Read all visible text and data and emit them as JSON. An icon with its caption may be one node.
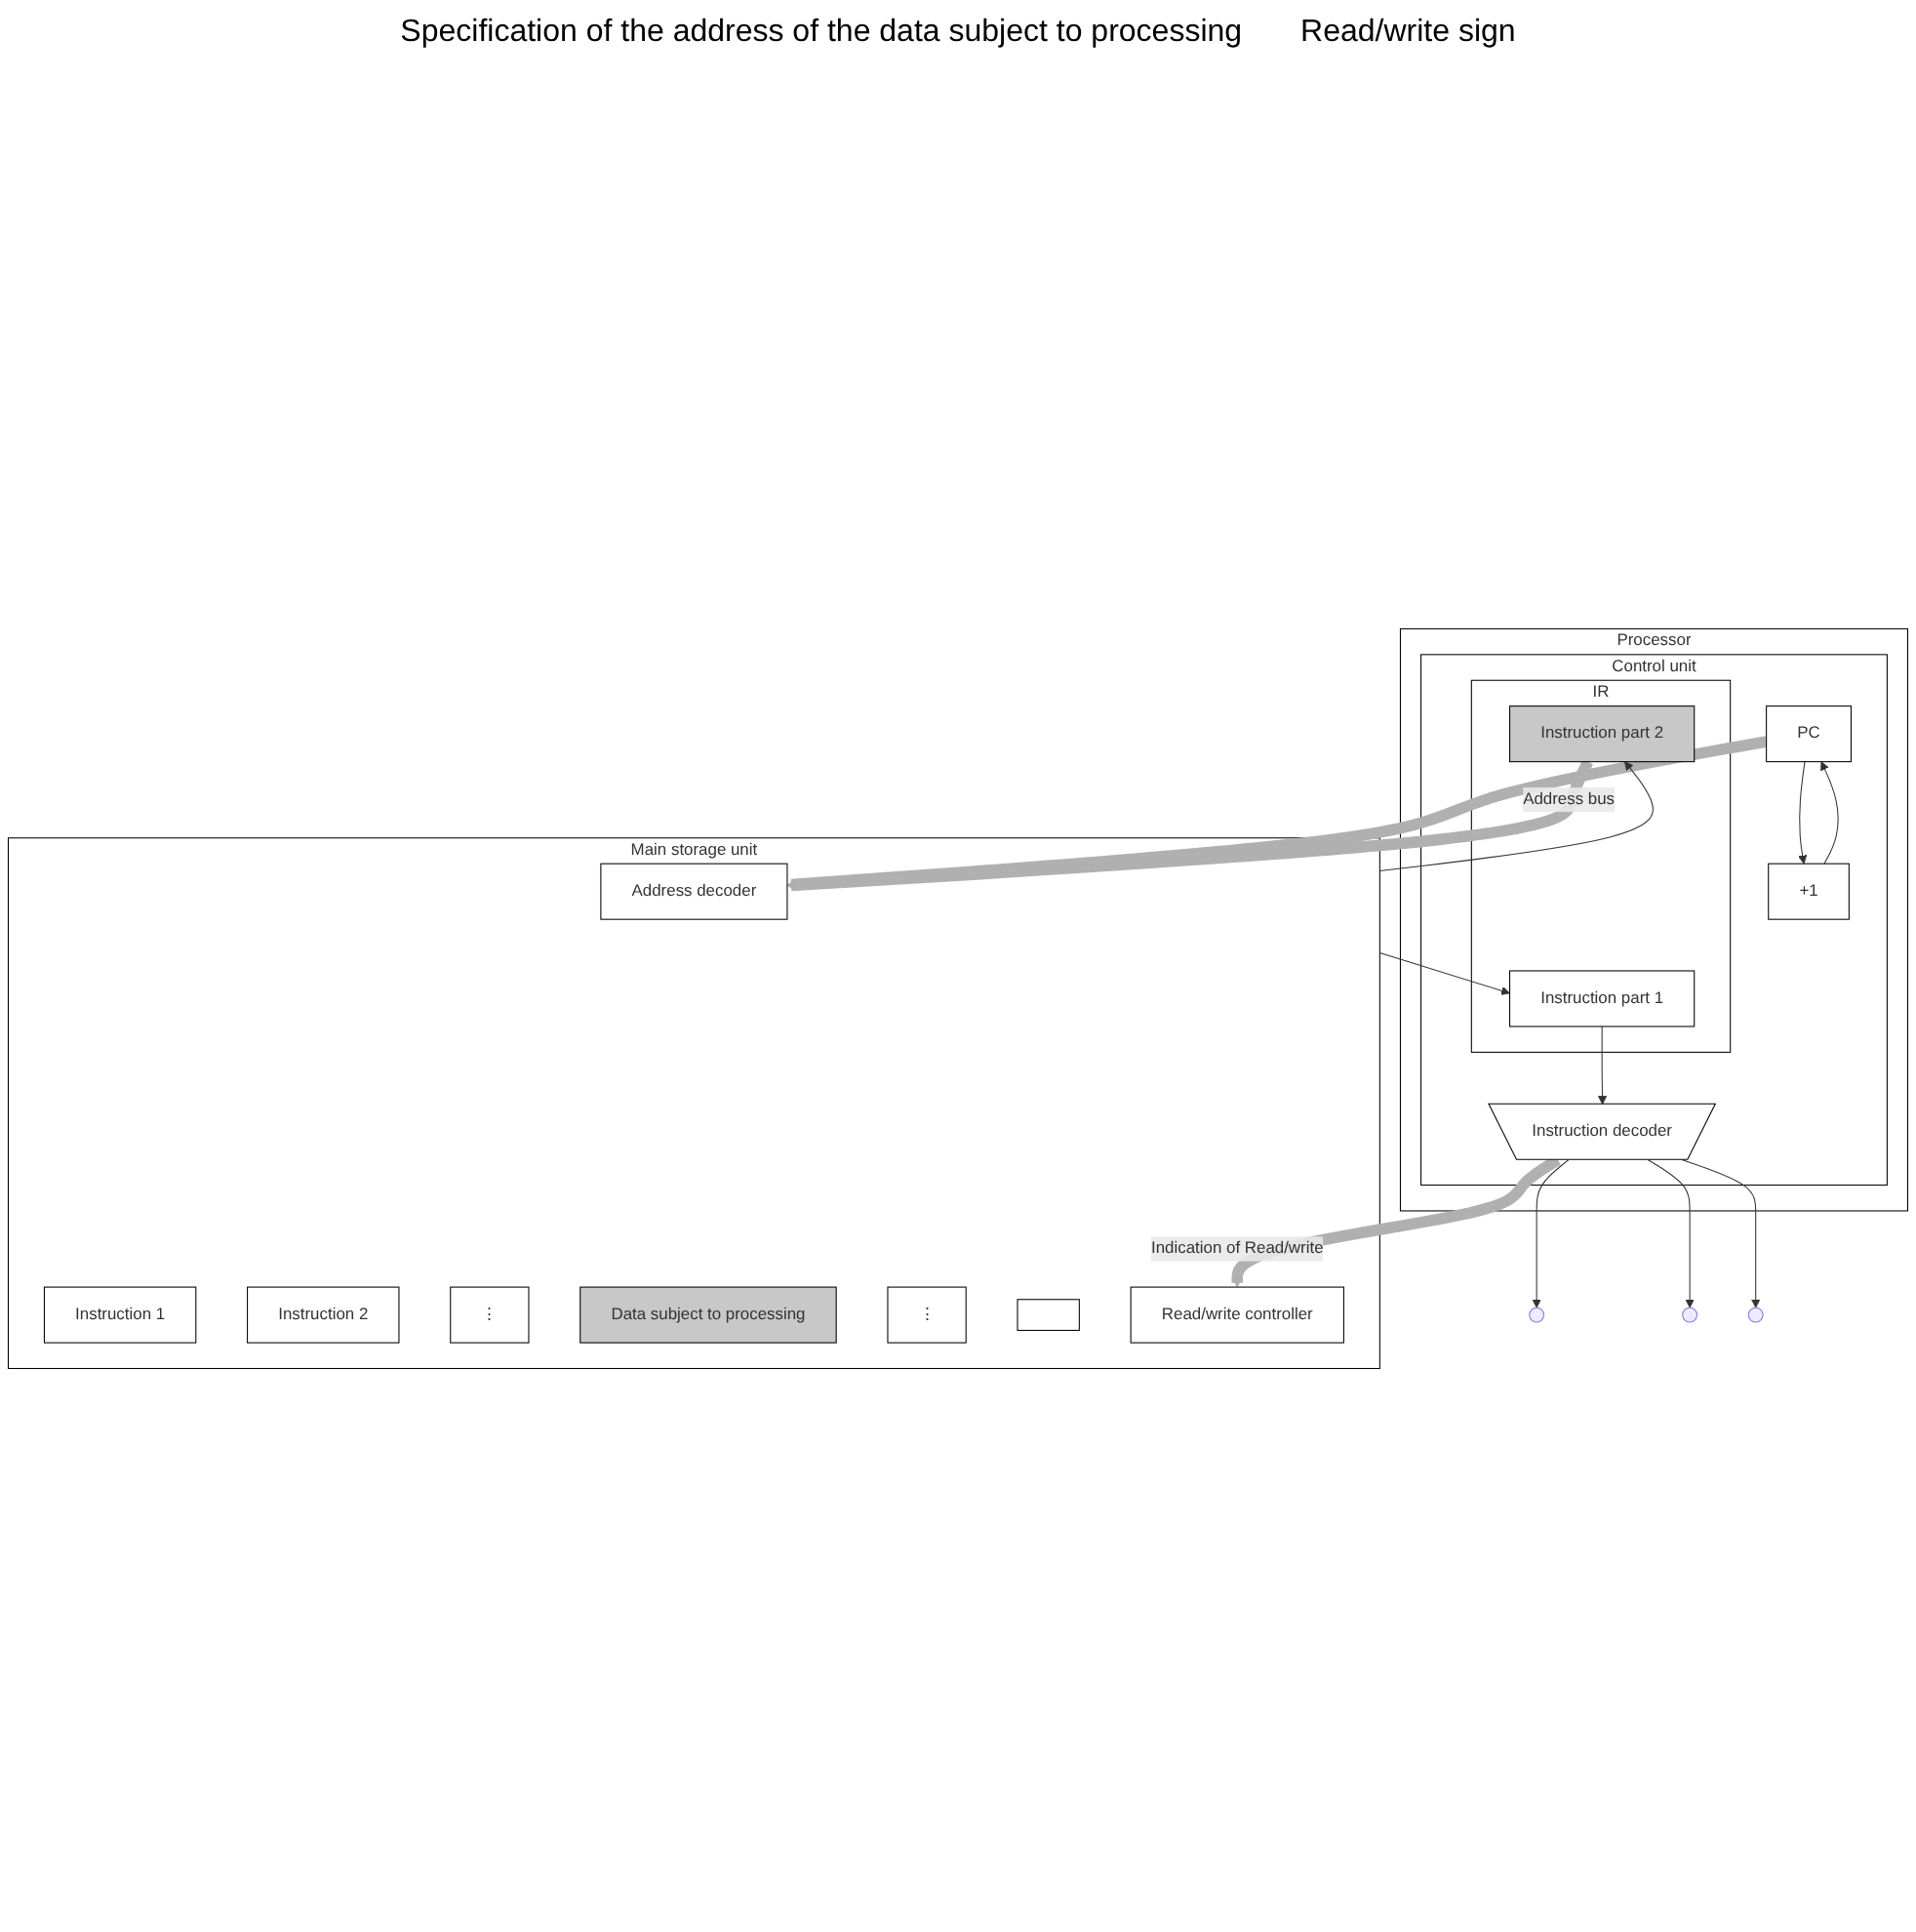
{
  "diagram": {
    "nodes": [
      {
        "text": [
          "Processor"
        ]
      },
      {
        "text": [
          "Control unit"
        ],
        "in": 0
      },
      {
        "text": [
          "IR"
        ],
        "in": 1
      },
      {
        "text": [
          "Instruction part 1"
        ],
        "in": 2
      },
      {
        "text": [
          "Instruction part 2"
        ],
        "in": 2
      },
      {
        "text": [
          "PC"
        ],
        "in": 1
      },
      {
        "text": [
          "+1"
        ],
        "in": 1
      },
      {
        "text": [
          "Instruction decoder"
        ],
        "in": 1
      },
      {
        "text": [
          "Main storage unit"
        ]
      },
      {
        "text": [
          "Address decoder"
        ],
        "in": 8
      },
      {
        "text": [
          "Instruction 1"
        ],
        "in": 8
      },
      {
        "text": [
          "Instruction 2"
        ],
        "in": 8
      },
      {
        "text": [
          "⋮"
        ],
        "in": 8
      },
      {
        "text": [
          "Data subject to processing"
        ],
        "in": 8
      },
      {
        "text": [
          "⋮"
        ],
        "in": 8
      },
      {
        "text": [],
        "shape": "box",
        "in": 8
      },
      {
        "text": [
          "Read/write controller"
        ],
        "in": 8
      }
    ],
    "edges": [
      {
        "from": 8,
        "to": 3,
        "arrow": "to"
      },
      {
        "from": 8,
        "to": 4,
        "arrow": "to"
      },
      {
        "from": 3,
        "to": 7,
        "arrow": "to"
      },
      {
        "from": 4,
        "to": 9,
        "arrow": "to",
        "style": "thick",
        "color": "#b0b0b0",
        "label": "Address bus"
      },
      {
        "from": 5,
        "to": 9,
        "arrow": "to",
        "style": "thick",
        "color": "#b0b0b0"
      },
      {
        "from": 5,
        "to": 6,
        "arrow": "to"
      },
      {
        "from": 6,
        "to": 5,
        "arrow": "to"
      },
      {
        "from": 7,
        "to": null,
        "arrow": "to"
      },
      {
        "from": 7,
        "to": null,
        "arrow": "to"
      },
      {
        "from": 7,
        "to": null,
        "arrow": "to"
      },
      {
        "from": 7,
        "to": 16,
        "arrow": "to",
        "style": "thick",
        "color": "#b0b0b0",
        "label": "Indication of Read/write"
      }
    ],
    "labels": [
      "Specification of the address of the data subject to processing",
      "Read/write sign"
    ]
  }
}
